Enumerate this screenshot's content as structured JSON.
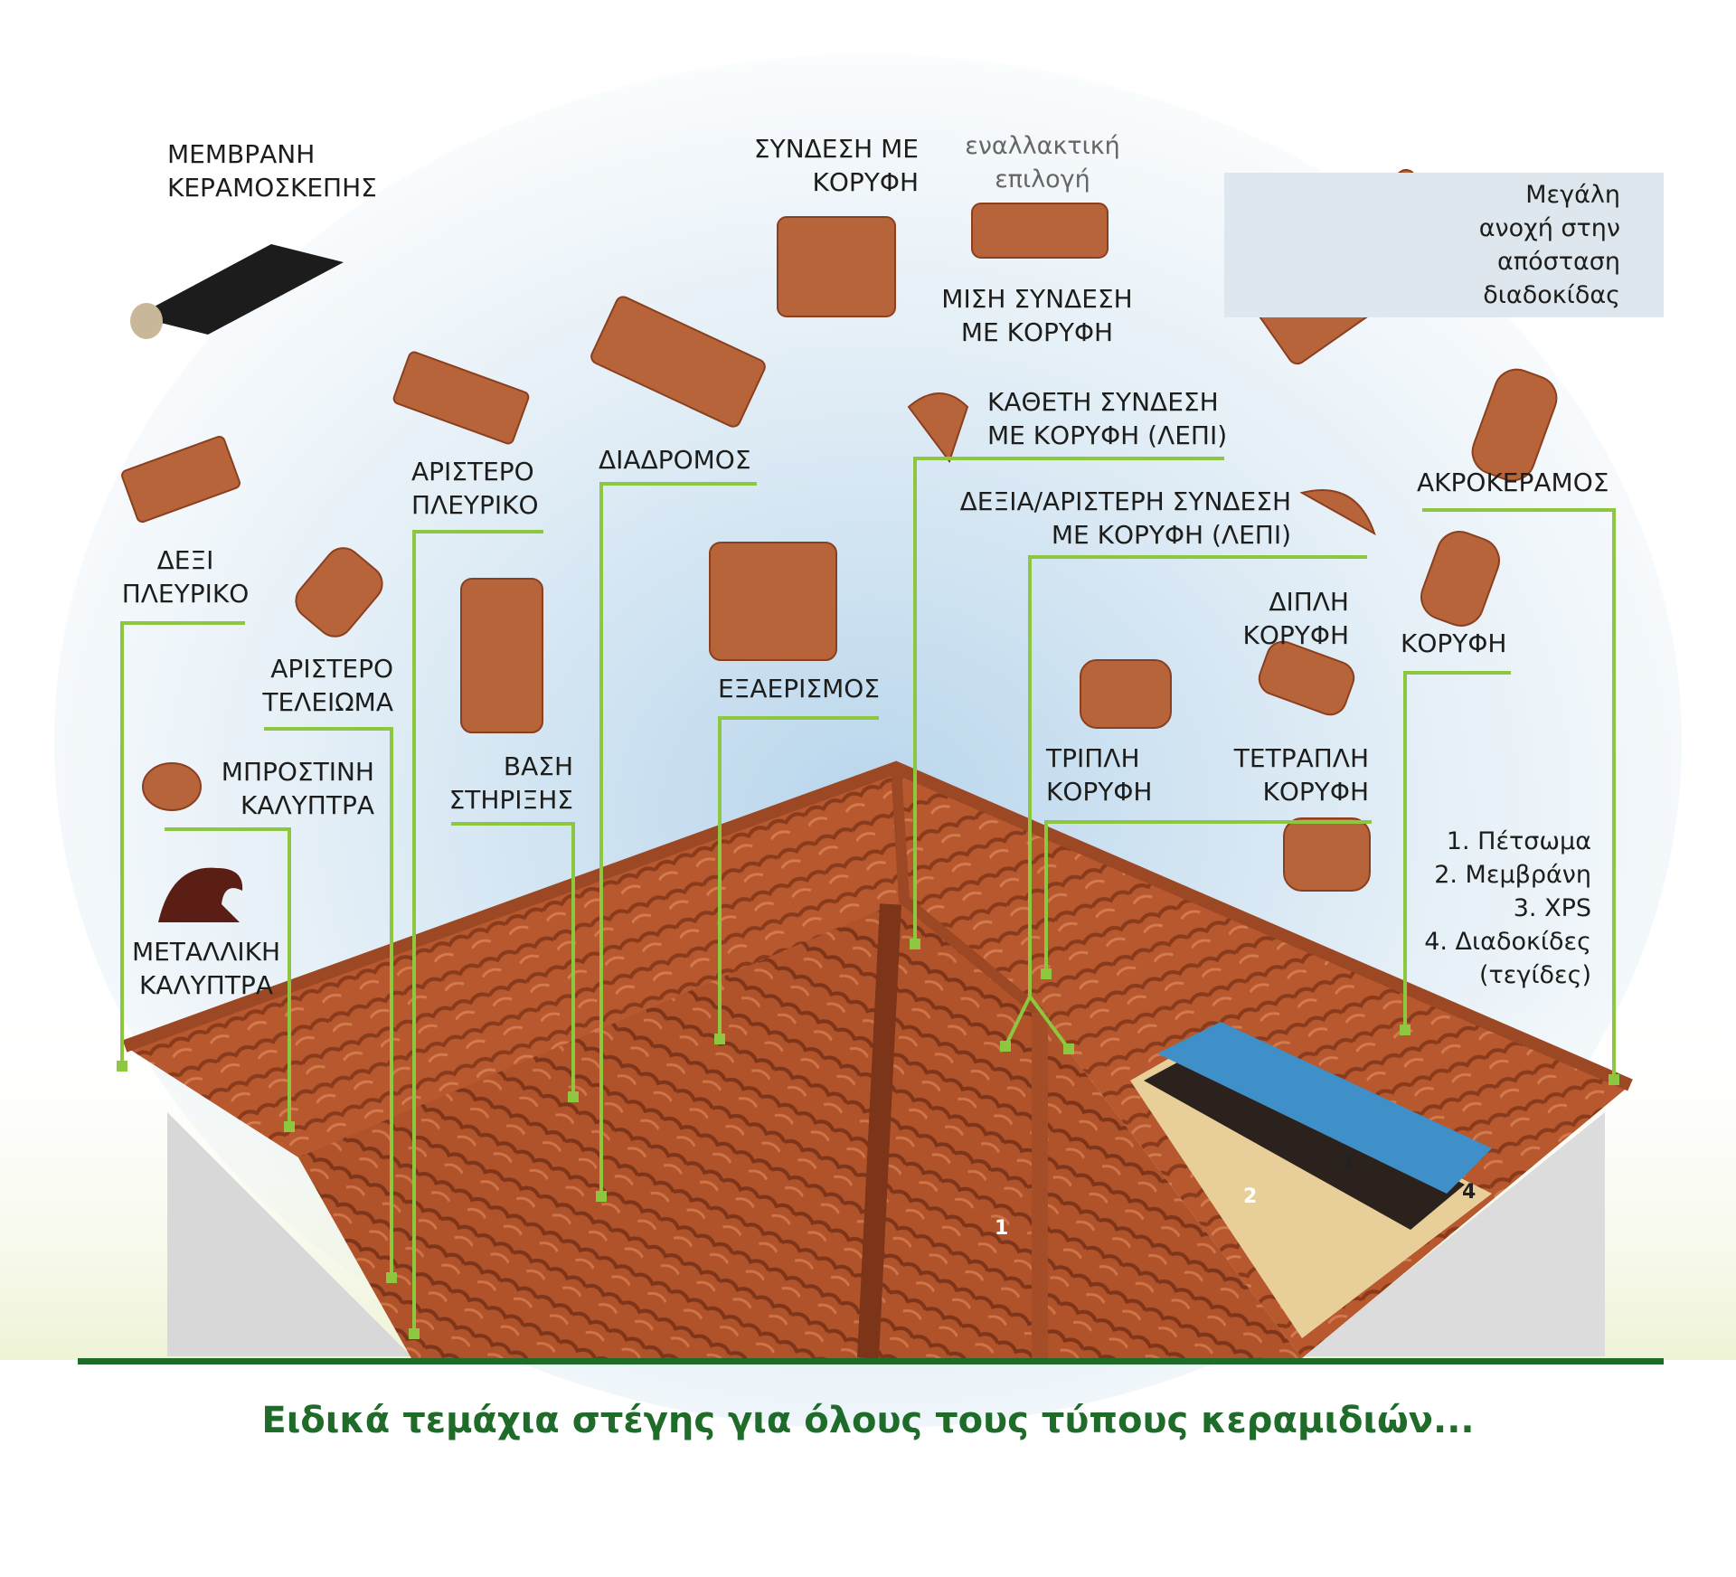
{
  "labels": {
    "membrane": [
      "ΜΕΜΒΡΑΝΗ",
      "ΚΕΡΑΜΟΣΚΕΠΗΣ"
    ],
    "ridge_connection": [
      "ΣΥΝΔΕΣΗ ΜΕ",
      "ΚΟΡΥΦΗ"
    ],
    "alternative": [
      "εναλλακτική",
      "επιλογή"
    ],
    "half_ridge_connection": [
      "ΜΙΣΗ ΣΥΝΔΕΣΗ",
      "ΜΕ ΚΟΡΥΦΗ"
    ],
    "vertical_ridge_connection": [
      "ΚΑΘΕΤΗ ΣΥΝΔΕΣΗ",
      "ΜΕ ΚΟΡΥΦΗ (ΛΕΠΙ)"
    ],
    "ridge_end": [
      "ΑΚΡΟΚΕΡΑΜΟΣ"
    ],
    "right_left_ridge_connection": [
      "ΔΕΞΙΑ/ΑΡΙΣΤΕΡΗ ΣΥΝΔΕΣΗ",
      "ΜΕ ΚΟΡΥΦΗ (ΛΕΠΙ)"
    ],
    "walkway": [
      "ΔΙΑΔΡΟΜΟΣ"
    ],
    "left_side": [
      "ΑΡΙΣΤΕΡΟ",
      "ΠΛΕΥΡΙΚΟ"
    ],
    "right_side": [
      "ΔΕΞΙ",
      "ΠΛΕΥΡΙΚΟ"
    ],
    "ridge": [
      "ΚΟΡΥΦΗ"
    ],
    "double_ridge": [
      "ΔΙΠΛΗ",
      "ΚΟΡΥΦΗ"
    ],
    "left_finish": [
      "ΑΡΙΣΤΕΡΟ",
      "ΤΕΛΕΙΩΜΑ"
    ],
    "ventilation": [
      "ΕΞΑΕΡΙΣΜΟΣ"
    ],
    "support_base": [
      "ΒΑΣΗ",
      "ΣΤΗΡΙΞΗΣ"
    ],
    "triple_ridge": [
      "ΤΡΙΠΛΗ",
      "ΚΟΡΥΦΗ"
    ],
    "quadruple_ridge": [
      "ΤΕΤΡΑΠΛΗ",
      "ΚΟΡΥΦΗ"
    ],
    "front_cover": [
      "ΜΠΡΟΣΤΙΝΗ",
      "ΚΑΛΥΠΤΡΑ"
    ],
    "metal_cover": [
      "ΜΕΤΑΛΛΙΚΗ",
      "ΚΑΛΥΠΤΡΑ"
    ]
  },
  "info_box": [
    "Μεγάλη",
    "ανοχή στην",
    "απόσταση",
    "διαδοκίδας"
  ],
  "layers": [
    "1. Πέτσωμα",
    "2. Μεμβράνη",
    "3. XPS",
    "4. Διαδοκίδες",
    "(τεγίδες)"
  ],
  "layer_numbers": [
    "1",
    "2",
    "3",
    "4"
  ],
  "caption": "Ειδικά τεμάχια στέγης για όλους τους τύπους κεραμιδιών...",
  "colors": {
    "leader": "#8dc63f",
    "brand_green": "#1e6b2a",
    "tile": "#b65a32",
    "sky": "#cfe3f1"
  }
}
